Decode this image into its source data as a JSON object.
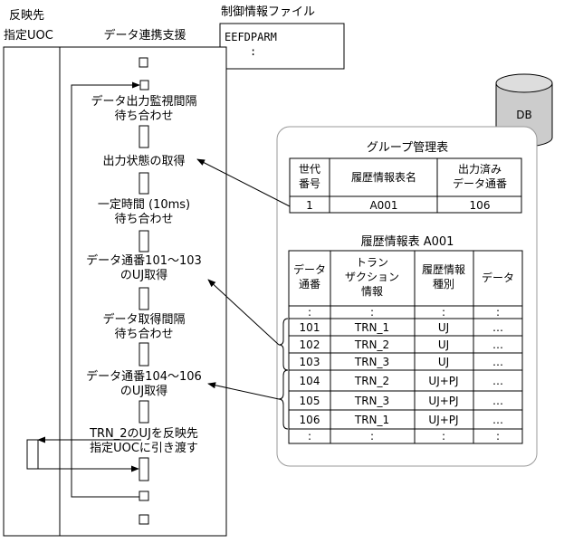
{
  "header": {
    "reflect_uoc_line1": "反映先",
    "reflect_uoc_line2": "指定UOC",
    "data_linkage_support": "データ連携支援",
    "control_file_title": "制御情報ファイル",
    "control_file_line1": "EEFDPARM",
    "control_file_line2": ":"
  },
  "db_label": "DB",
  "steps": {
    "s1_l1": "データ出力監視間隔",
    "s1_l2": "待ち合わせ",
    "s2_l1": "出力状態の取得",
    "s3_l1": "一定時間 (10ms)",
    "s3_l2": "待ち合わせ",
    "s4_l1": "データ通番101～103",
    "s4_l2": "のUJ取得",
    "s5_l1": "データ取得間隔",
    "s5_l2": "待ち合わせ",
    "s6_l1": "データ通番104～106",
    "s6_l2": "のUJ取得",
    "s7_l1": "TRN_2のUJを反映先",
    "s7_l2": "指定UOCに引き渡す"
  },
  "group_table": {
    "title": "グループ管理表",
    "h1_l1": "世代",
    "h1_l2": "番号",
    "h2": "履歴情報表名",
    "h3_l1": "出力済み",
    "h3_l2": "データ通番",
    "row": [
      "1",
      "A001",
      "106"
    ]
  },
  "history_table": {
    "title": "履歴情報表 A001",
    "h1_l1": "データ",
    "h1_l2": "通番",
    "h2_l1": "トラン",
    "h2_l2": "ザクション",
    "h2_l3": "情報",
    "h3_l1": "履歴情報",
    "h3_l2": "種別",
    "h4": "データ",
    "rows": [
      [
        ":",
        ":",
        ":",
        ":"
      ],
      [
        "101",
        "TRN_1",
        "UJ",
        "…"
      ],
      [
        "102",
        "TRN_2",
        "UJ",
        "…"
      ],
      [
        "103",
        "TRN_3",
        "UJ",
        "…"
      ],
      [
        "104",
        "TRN_2",
        "UJ+PJ",
        "…"
      ],
      [
        "105",
        "TRN_3",
        "UJ+PJ",
        "…"
      ],
      [
        "106",
        "TRN_1",
        "UJ+PJ",
        "…"
      ],
      [
        ":",
        ":",
        ":",
        ":"
      ]
    ]
  }
}
